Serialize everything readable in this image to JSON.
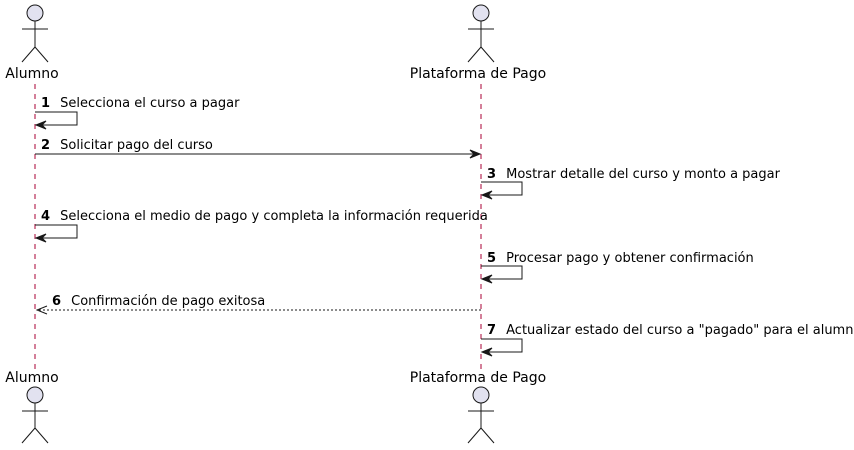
{
  "diagram": {
    "actors": [
      {
        "id": "alumno",
        "label": "Alumno"
      },
      {
        "id": "plataforma",
        "label": "Plataforma de Pago"
      }
    ],
    "messages": [
      {
        "num": "1",
        "text": "Selecciona el curso a pagar",
        "from": "alumno",
        "to": "alumno",
        "style": "solid"
      },
      {
        "num": "2",
        "text": "Solicitar pago del curso",
        "from": "alumno",
        "to": "plataforma",
        "style": "solid"
      },
      {
        "num": "3",
        "text": "Mostrar detalle del curso y monto a pagar",
        "from": "plataforma",
        "to": "plataforma",
        "style": "solid"
      },
      {
        "num": "4",
        "text": "Selecciona el medio de pago y completa la información requerida",
        "from": "alumno",
        "to": "alumno",
        "style": "solid"
      },
      {
        "num": "5",
        "text": "Procesar pago y obtener confirmación",
        "from": "plataforma",
        "to": "plataforma",
        "style": "solid"
      },
      {
        "num": "6",
        "text": "Confirmación de pago exitosa",
        "from": "plataforma",
        "to": "alumno",
        "style": "dashed"
      },
      {
        "num": "7",
        "text": "Actualizar estado del curso a \"pagado\" para el alumno",
        "from": "plataforma",
        "to": "plataforma",
        "style": "solid"
      }
    ],
    "colors": {
      "actor_fill": "#e2e2f0",
      "lifeline": "#a80036",
      "line": "#181818"
    }
  }
}
